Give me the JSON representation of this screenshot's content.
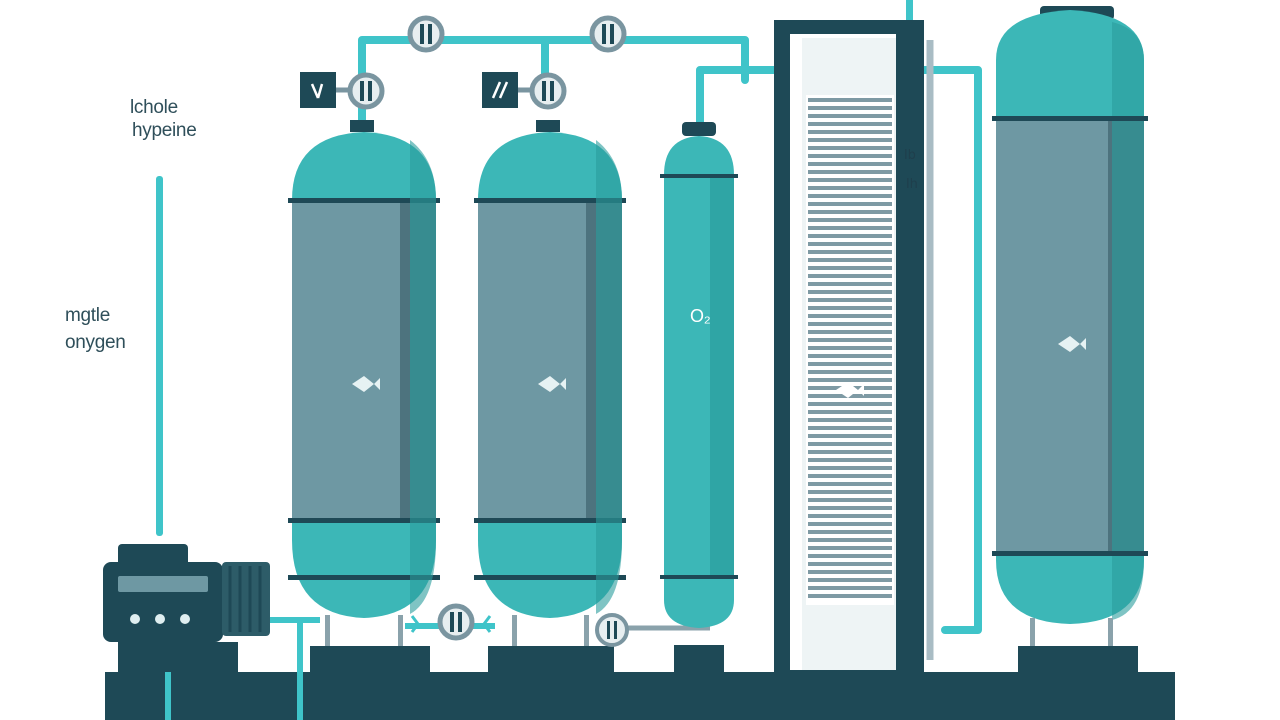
{
  "labels": {
    "top_left_1": "lchole",
    "top_left_2": "hypeine",
    "mid_left_1": "mgtle",
    "mid_left_2": "onygen",
    "o2_mark": "O₂",
    "column_mark_1": "lb",
    "column_mark_2": "lh"
  },
  "colors": {
    "teal": "#3cb7b7",
    "teal_dark": "#2a9c9c",
    "steel": "#6e98a3",
    "steel_shadow": "#456a74",
    "navy": "#1e4956",
    "pipe": "#3fc4c9",
    "valve": "#7a95a0"
  },
  "icons": [
    "pressure-gauge-icon",
    "valve-icon",
    "motor-icon",
    "fish-emblem-icon"
  ]
}
